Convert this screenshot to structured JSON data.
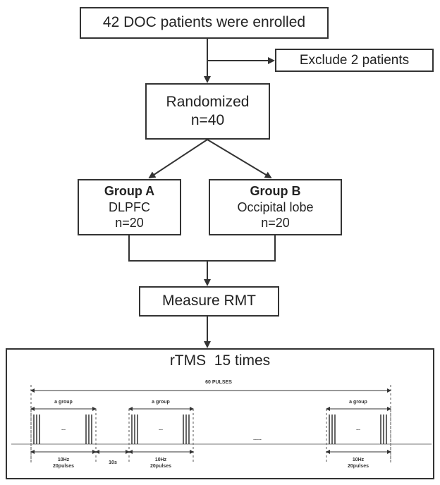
{
  "flow": {
    "enrolled": "42 DOC patients were enrolled",
    "exclude": "Exclude 2 patients",
    "randomized": {
      "line1": "Randomized",
      "line2": "n=40"
    },
    "group_a": {
      "title": "Group A",
      "site": "DLPFC",
      "n": "n=20"
    },
    "group_b": {
      "title": "Group B",
      "site": "Occipital lobe",
      "n": "n=20"
    },
    "measure": "Measure RMT"
  },
  "rtms": {
    "title": "rTMS  15 times",
    "total_label": "60 PULSES",
    "group_label": "a group",
    "ellipsis": "...",
    "between_ellipsis": "......",
    "freq": "10Hz",
    "pulses": "20pulses",
    "interval": "10s"
  }
}
